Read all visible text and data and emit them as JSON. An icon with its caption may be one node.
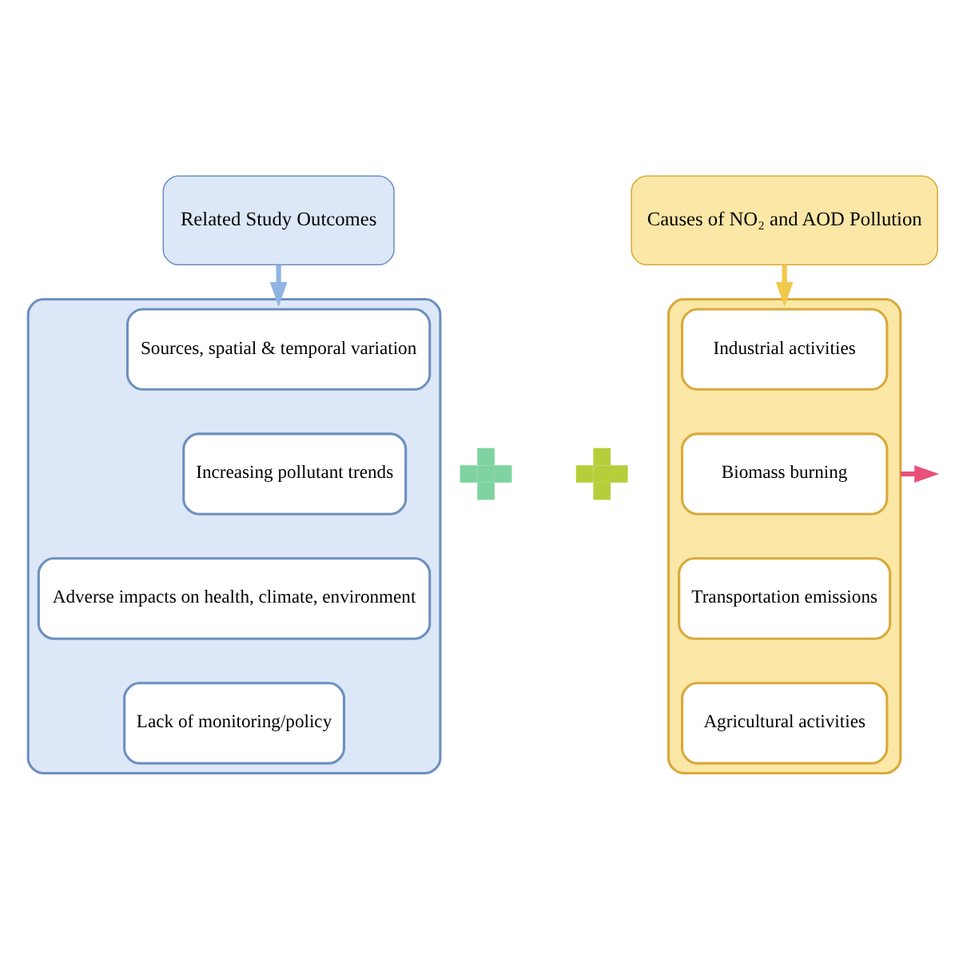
{
  "diagram": {
    "nodes": [
      {
        "text": [
          "Related Study Outcomes"
        ]
      },
      {
        "text": [],
        "shape": "box"
      },
      {
        "text": [
          "Sources, spatial & temporal variation"
        ],
        "in": 1
      },
      {
        "text": [
          "Increasing pollutant trends"
        ],
        "in": 1
      },
      {
        "text": [
          "Adverse impacts on health, climate, environment"
        ],
        "in": 1
      },
      {
        "text": [
          "Lack of monitoring/policy"
        ],
        "in": 1
      },
      {
        "text": [],
        "shape": "plus"
      },
      {
        "text": [],
        "shape": "plus"
      },
      {
        "text": [
          "Causes of NO₂ and AOD Pollution"
        ]
      },
      {
        "text": [],
        "shape": "box"
      },
      {
        "text": [
          "Industrial activities"
        ],
        "in": 9
      },
      {
        "text": [
          "Biomass burning"
        ],
        "in": 9
      },
      {
        "text": [
          "Transportation emissions"
        ],
        "in": 9
      },
      {
        "text": [
          "Agricultural activities"
        ],
        "in": 9
      }
    ],
    "edges": [
      {
        "from": 0,
        "to": 1,
        "arrow": "to",
        "color": "#8fb4e3"
      },
      {
        "from": 8,
        "to": 9,
        "arrow": "to",
        "color": "#f2c94c"
      },
      {
        "from": 9,
        "to": null,
        "arrow": "to",
        "color": "#e8507a"
      }
    ]
  }
}
